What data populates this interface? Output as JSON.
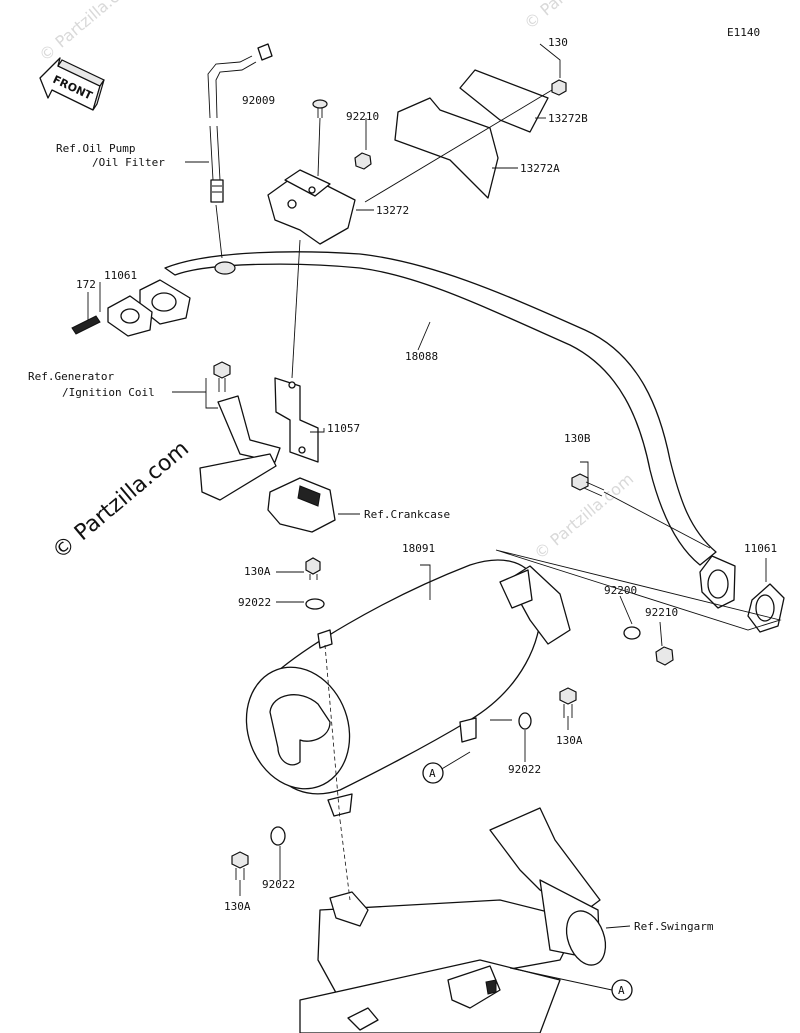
{
  "diagram_code": "E1140",
  "front_label": "FRONT",
  "watermark_main": "© Partzilla.com",
  "watermark_faint": "© Partzilla.com",
  "callouts": {
    "p130_top": "130",
    "p13272b": "13272B",
    "p92009": "92009",
    "p92210_top": "92210",
    "p13272a": "13272A",
    "p13272": "13272",
    "p11061_left": "11061",
    "p172": "172",
    "p18088": "18088",
    "p11057": "11057",
    "p130b": "130B",
    "p18091": "18091",
    "p11061_right": "11061",
    "p130a_top": "130A",
    "p92022_top": "92022",
    "p92200": "92200",
    "p92210_right": "92210",
    "p130a_right": "130A",
    "p92022_right": "92022",
    "p92022_bottom": "92022",
    "p130a_bottom": "130A"
  },
  "references": {
    "oil_pump_line1": "Ref.Oil Pump",
    "oil_pump_line2": "/Oil Filter",
    "generator_line1": "Ref.Generator",
    "generator_line2": "/Ignition Coil",
    "crankcase": "Ref.Crankcase",
    "swingarm": "Ref.Swingarm"
  },
  "markers": {
    "a_upper": "A",
    "a_lower": "A"
  }
}
